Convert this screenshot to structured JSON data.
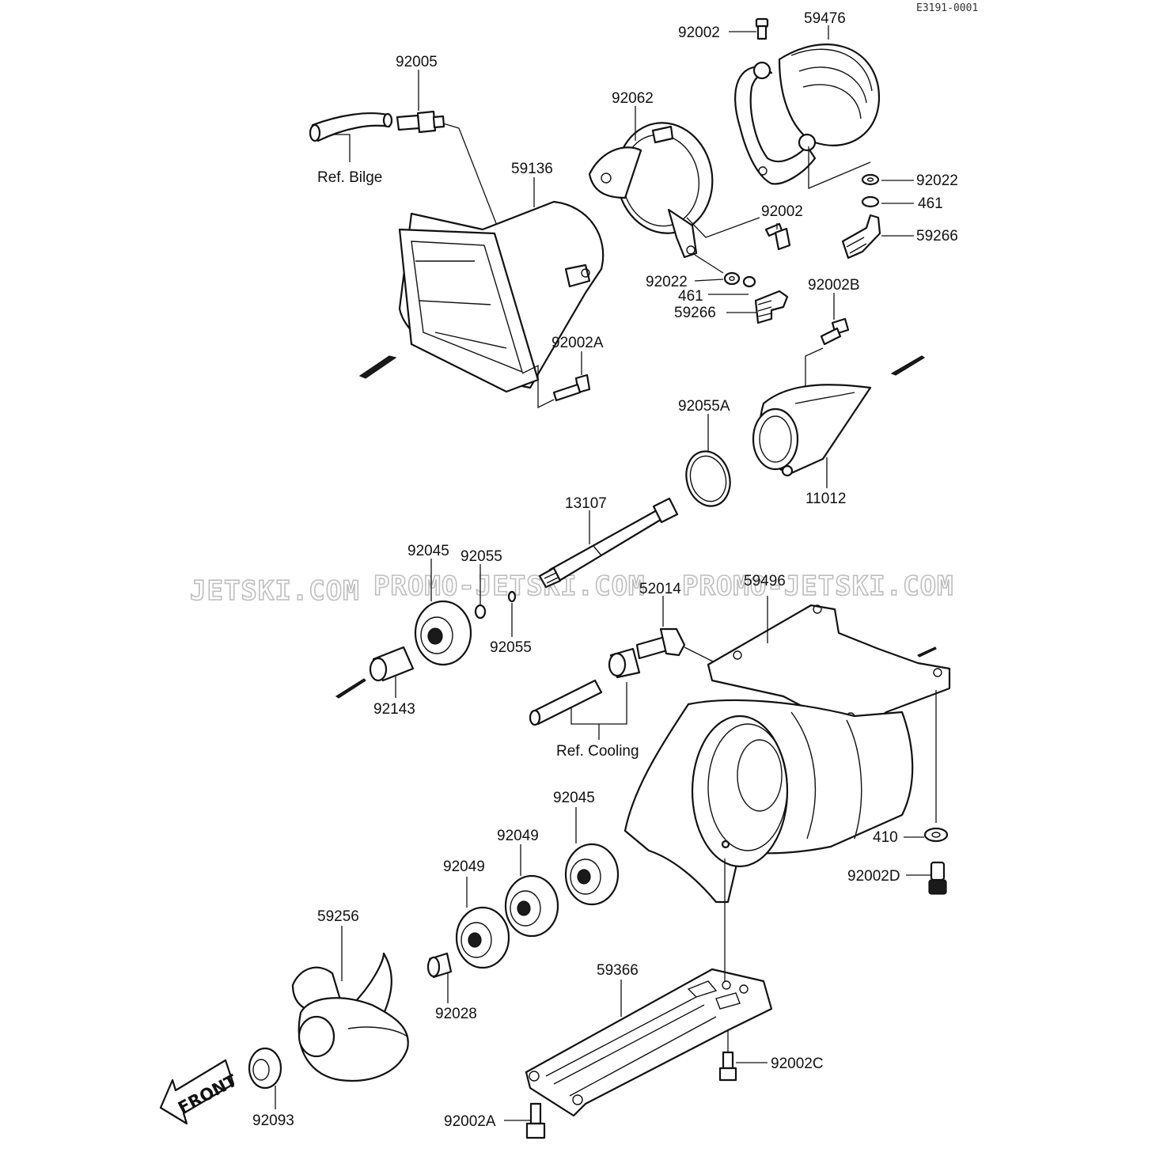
{
  "diagram_code": "E3191-0001",
  "watermarks": [
    "JETSKI.COM",
    "PROMO-JETSKI.COM",
    "PROMO-JETSKI.COM"
  ],
  "front_label": "FRONT",
  "labels": {
    "p92002_top": "92002",
    "p59476": "59476",
    "p92005": "92005",
    "p92062": "92062",
    "ref_bilge": "Ref. Bilge",
    "p59136": "59136",
    "p92022_right": "92022",
    "p461_right": "461",
    "p92002_mid": "92002",
    "p59266_right": "59266",
    "p92022_left": "92022",
    "p461_left": "461",
    "p59266_left": "59266",
    "p92002B": "92002B",
    "p92002A_top": "92002A",
    "p92055A": "92055A",
    "p11012": "11012",
    "p13107": "13107",
    "p92045_top": "92045",
    "p92055_a": "92055",
    "p92055_b": "92055",
    "p59496": "59496",
    "p52014": "52014",
    "p92143": "92143",
    "ref_cooling": "Ref. Cooling",
    "p92045_low": "92045",
    "p92049_a": "92049",
    "p92049_b": "92049",
    "p410": "410",
    "p92002D": "92002D",
    "p59256": "59256",
    "p59366": "59366",
    "p92028": "92028",
    "p92002C": "92002C",
    "p92093": "92093",
    "p92002A_bottom": "92002A"
  }
}
